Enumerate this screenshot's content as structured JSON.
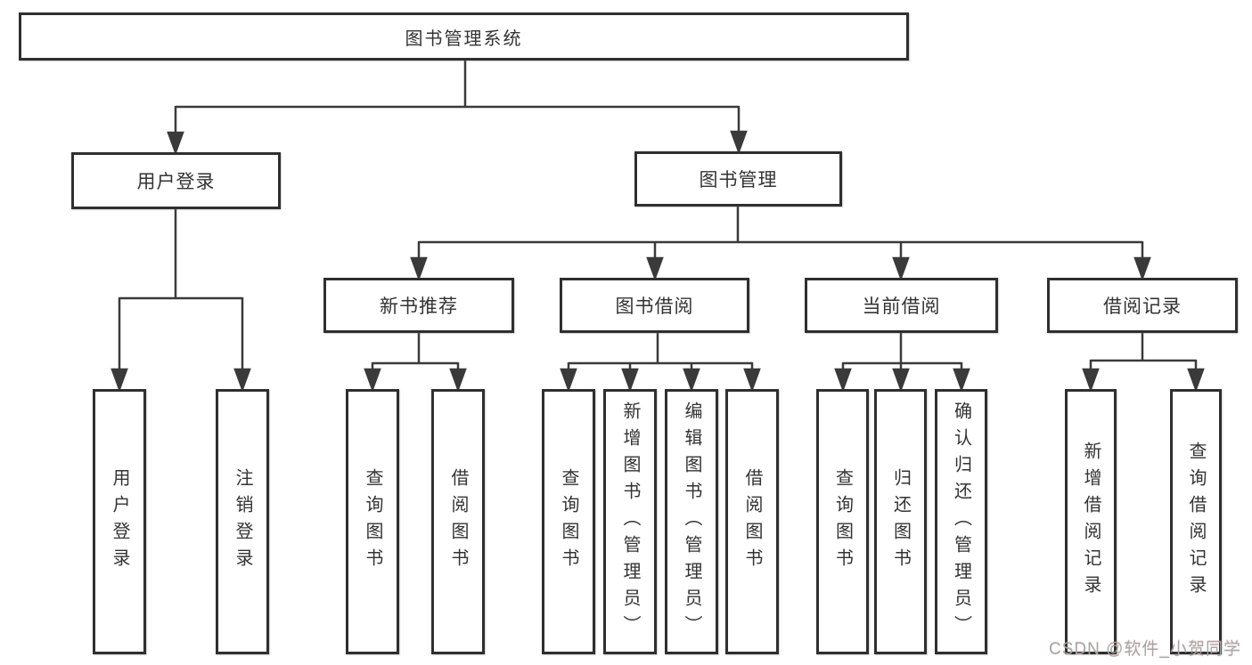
{
  "page": {
    "background": "#ffffff",
    "line_color": "#3a3a3a",
    "border_color": "#2f2f2f",
    "text_color": "#333333"
  },
  "tree": {
    "root": {
      "label": "图书管理系统"
    },
    "level2": [
      {
        "label": "用户登录"
      },
      {
        "label": "图书管理"
      }
    ],
    "level3": [
      {
        "label": "新书推荐"
      },
      {
        "label": "图书借阅"
      },
      {
        "label": "当前借阅"
      },
      {
        "label": "借阅记录"
      }
    ],
    "leaves": {
      "user_login": [
        "用户登录",
        "注销登录"
      ],
      "new_book": [
        "查询图书",
        "借阅图书"
      ],
      "borrow": [
        "查询图书",
        "新增图书（管理员）",
        "编辑图书（管理员）",
        "借阅图书"
      ],
      "current": [
        "查询图书",
        "归还图书",
        "确认归还（管理员）"
      ],
      "records": [
        "新增借阅记录",
        "查询借阅记录"
      ]
    }
  },
  "watermark": {
    "text": "CSDN @软件_小贺同学",
    "color": "#a6a6a6"
  }
}
